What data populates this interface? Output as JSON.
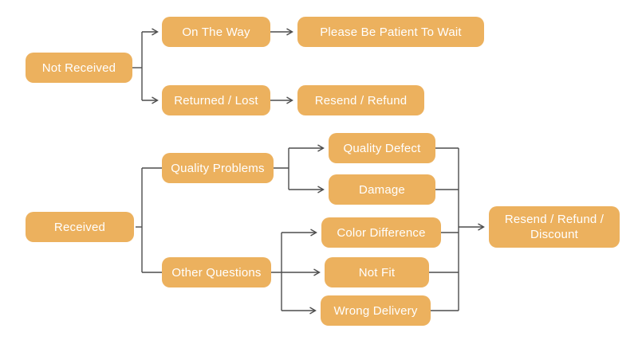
{
  "diagram": {
    "type": "flowchart",
    "description": "After-sale service decision flowchart for order status",
    "colors": {
      "node_fill": "#ecb15e",
      "node_text": "#ffffff",
      "connector": "#4d4d4d",
      "background": "#ffffff"
    },
    "nodes": {
      "not_received": {
        "label": "Not Received"
      },
      "on_the_way": {
        "label": "On The Way"
      },
      "please_be_patient_to_wait": {
        "label": "Please Be Patient To Wait"
      },
      "returned_lost": {
        "label": "Returned / Lost"
      },
      "resend_refund": {
        "label": "Resend / Refund"
      },
      "received": {
        "label": "Received"
      },
      "quality_problems": {
        "label": "Quality Problems"
      },
      "other_questions": {
        "label": "Other Questions"
      },
      "quality_defect": {
        "label": "Quality Defect"
      },
      "damage": {
        "label": "Damage"
      },
      "color_difference": {
        "label": "Color Difference"
      },
      "not_fit": {
        "label": "Not Fit"
      },
      "wrong_delivery": {
        "label": "Wrong Delivery"
      },
      "resend_refund_discount": {
        "label": "Resend / Refund / Discount"
      }
    },
    "edges": [
      {
        "from": "not_received",
        "to": "on_the_way"
      },
      {
        "from": "not_received",
        "to": "returned_lost"
      },
      {
        "from": "on_the_way",
        "to": "please_be_patient_to_wait"
      },
      {
        "from": "returned_lost",
        "to": "resend_refund"
      },
      {
        "from": "received",
        "to": "quality_problems"
      },
      {
        "from": "received",
        "to": "other_questions"
      },
      {
        "from": "quality_problems",
        "to": "quality_defect"
      },
      {
        "from": "quality_problems",
        "to": "damage"
      },
      {
        "from": "other_questions",
        "to": "color_difference"
      },
      {
        "from": "other_questions",
        "to": "not_fit"
      },
      {
        "from": "other_questions",
        "to": "wrong_delivery"
      },
      {
        "from": "quality_defect",
        "to": "resend_refund_discount"
      },
      {
        "from": "damage",
        "to": "resend_refund_discount"
      },
      {
        "from": "color_difference",
        "to": "resend_refund_discount"
      },
      {
        "from": "not_fit",
        "to": "resend_refund_discount"
      },
      {
        "from": "wrong_delivery",
        "to": "resend_refund_discount"
      }
    ]
  }
}
